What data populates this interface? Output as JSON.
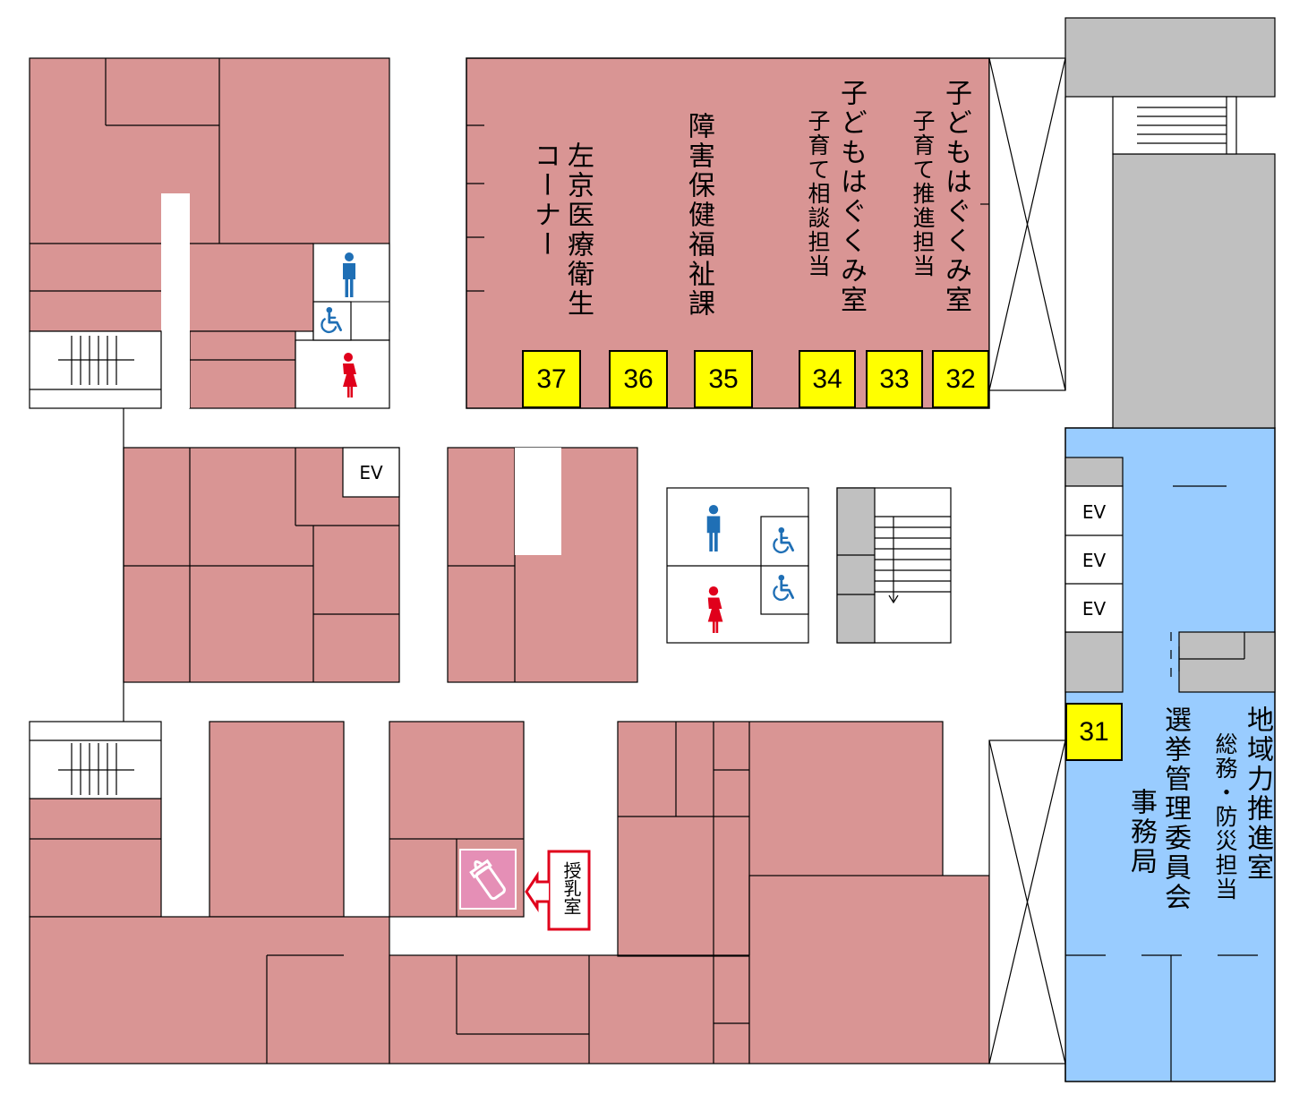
{
  "map": {
    "colors": {
      "room": "#d99594",
      "corridor": "#ffffff",
      "service": "#c0c0c0",
      "blue_zone": "#99ccff",
      "counter": "#ffff00",
      "male": "#1f6fb5",
      "female": "#e0001b",
      "accessible": "#1f6fb5",
      "nursing": "#e58fb6",
      "nursing_border": "#e0001b"
    },
    "departments": {
      "sakyo": "左京医療衛生",
      "corner": "コーナー",
      "shogai": "障害保健福祉課",
      "kodomo_a_title": "子どもはぐくみ室",
      "kodomo_a_sub": "子育て相談担当",
      "kodomo_b_title": "子どもはぐくみ室",
      "kodomo_b_sub": "子育て推進担当",
      "chiiki_title": "地域力推進室",
      "chiiki_sub": "総務・防災担当",
      "senkyo_title": "選挙管理委員会",
      "senkyo_sub": "事務局"
    },
    "counters": [
      "37",
      "36",
      "35",
      "34",
      "33",
      "32",
      "31"
    ],
    "ev_label": "EV",
    "nursing_room": "授乳室",
    "icons": {
      "male": "male-restroom-icon",
      "female": "female-restroom-icon",
      "accessible": "wheelchair-icon",
      "nursing": "baby-bottle-icon"
    }
  }
}
